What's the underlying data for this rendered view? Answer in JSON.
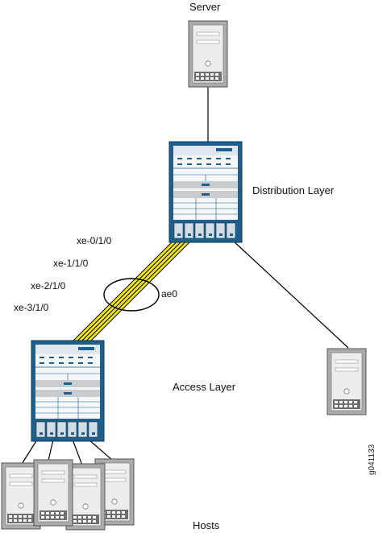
{
  "labels": {
    "server": "Server",
    "distribution_layer": "Distribution Layer",
    "access_layer": "Access Layer",
    "hosts": "Hosts",
    "ae_bundle": "ae0",
    "interfaces": [
      "xe-0/1/0",
      "xe-1/1/0",
      "xe-2/1/0",
      "xe-3/1/0"
    ],
    "figure_code": "g041133"
  },
  "colors": {
    "link_fill": "#f2e619",
    "switch_blue": "#1f5f8b",
    "server_gray": "#9a9a9a",
    "line": "#000000"
  },
  "icons": {
    "top_server": "server-icon",
    "distribution": "switch-chassis-icon",
    "access": "switch-chassis-icon",
    "right_server": "server-icon",
    "hosts": "server-icon"
  }
}
